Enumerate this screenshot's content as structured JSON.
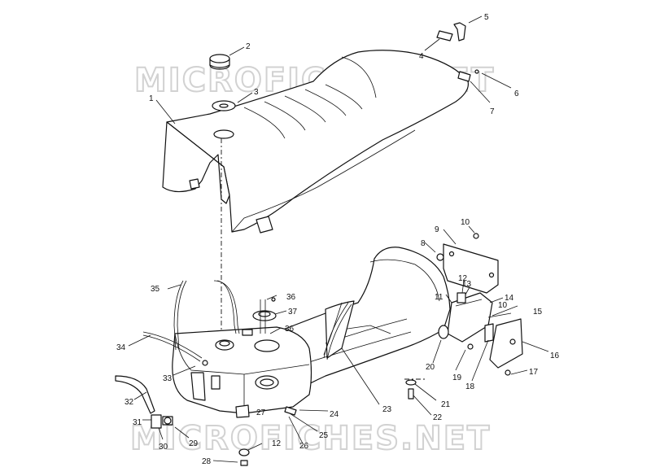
{
  "watermark": {
    "top": "MICROFICHES.NET",
    "bottom": "MICROFICHES.NET"
  },
  "callouts": [
    {
      "id": "1",
      "text": "1"
    },
    {
      "id": "2",
      "text": "2"
    },
    {
      "id": "3",
      "text": "3"
    },
    {
      "id": "4",
      "text": "4"
    },
    {
      "id": "5",
      "text": "5"
    },
    {
      "id": "6",
      "text": "6"
    },
    {
      "id": "7",
      "text": "7"
    },
    {
      "id": "8",
      "text": "8"
    },
    {
      "id": "9",
      "text": "9"
    },
    {
      "id": "10a",
      "text": "10"
    },
    {
      "id": "10b",
      "text": "10"
    },
    {
      "id": "12a",
      "text": "12"
    },
    {
      "id": "12b",
      "text": "12"
    },
    {
      "id": "11",
      "text": "11"
    },
    {
      "id": "13",
      "text": "13"
    },
    {
      "id": "14",
      "text": "14"
    },
    {
      "id": "15",
      "text": "15"
    },
    {
      "id": "16",
      "text": "16"
    },
    {
      "id": "17",
      "text": "17"
    },
    {
      "id": "18",
      "text": "18"
    },
    {
      "id": "19",
      "text": "19"
    },
    {
      "id": "20",
      "text": "20"
    },
    {
      "id": "21",
      "text": "21"
    },
    {
      "id": "22",
      "text": "22"
    },
    {
      "id": "23",
      "text": "23"
    },
    {
      "id": "24",
      "text": "24"
    },
    {
      "id": "25",
      "text": "25"
    },
    {
      "id": "26",
      "text": "26"
    },
    {
      "id": "27",
      "text": "27"
    },
    {
      "id": "28",
      "text": "28"
    },
    {
      "id": "29",
      "text": "29"
    },
    {
      "id": "30",
      "text": "30"
    },
    {
      "id": "31",
      "text": "31"
    },
    {
      "id": "32",
      "text": "32"
    },
    {
      "id": "33",
      "text": "33"
    },
    {
      "id": "34",
      "text": "34"
    },
    {
      "id": "35",
      "text": "35"
    },
    {
      "id": "36a",
      "text": "36"
    },
    {
      "id": "36b",
      "text": "36"
    },
    {
      "id": "37",
      "text": "37"
    }
  ]
}
